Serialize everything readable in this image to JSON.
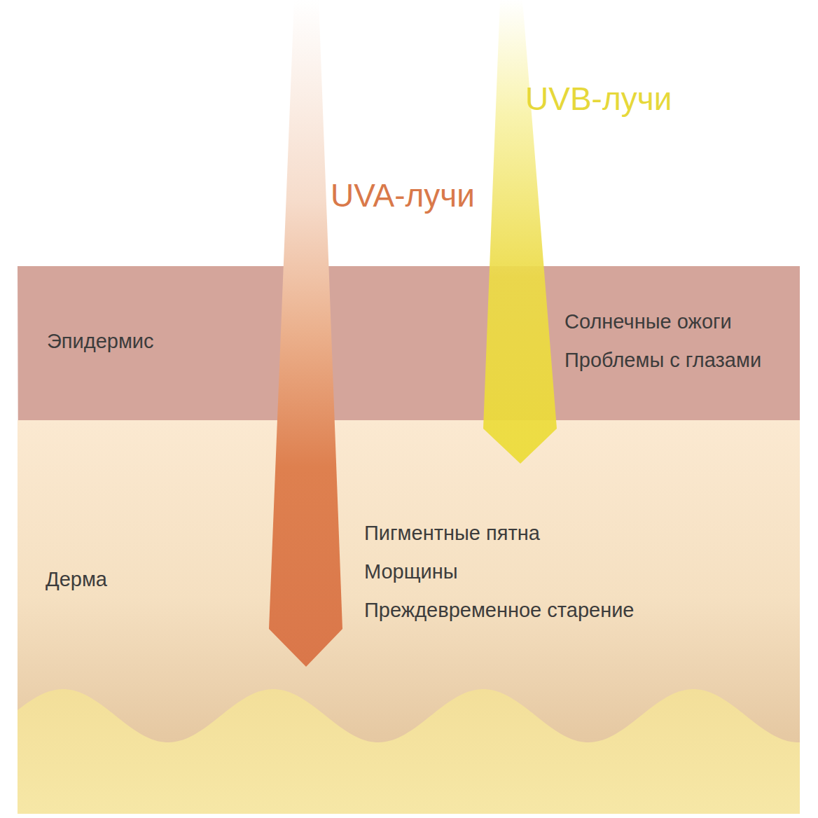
{
  "diagram": {
    "nodes": [
      {
        "text": [
          "Эпидермис",
          "Солнечные ожоги",
          "Проблемы с глазами"
        ]
      },
      {
        "text": [
          "Дерма",
          "Пигментные пятна",
          "Морщины",
          "Преждевременное старение"
        ]
      }
    ],
    "labels": [
      "UVB-лучи",
      "UVA-лучи"
    ]
  }
}
